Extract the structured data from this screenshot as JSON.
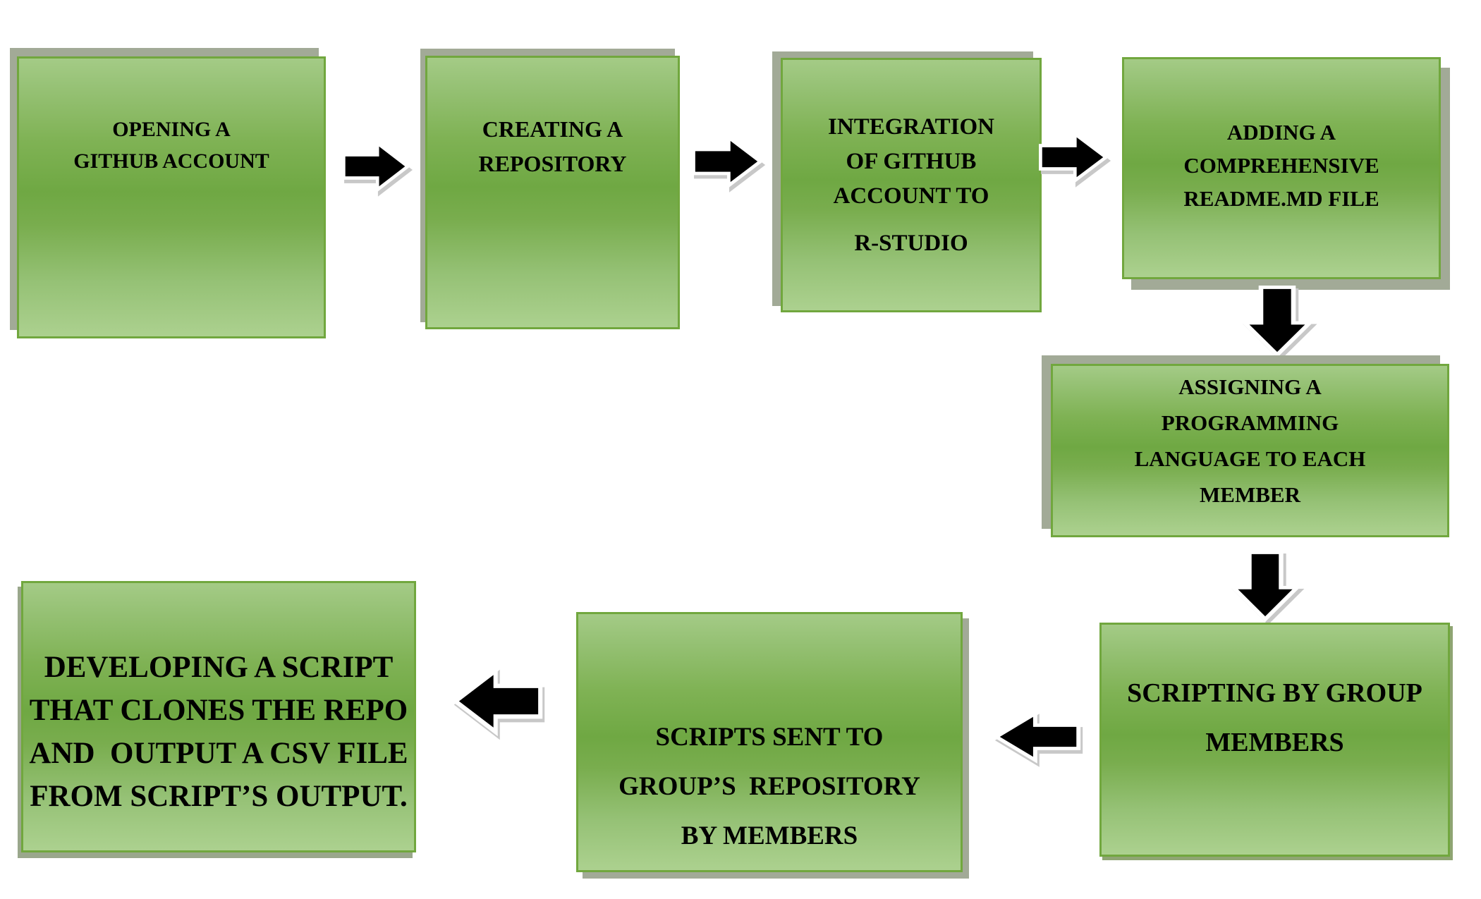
{
  "flowchart": {
    "boxes": [
      {
        "id": "step-1",
        "label": "OPENING A\nGITHUB ACCOUNT"
      },
      {
        "id": "step-2",
        "label": "CREATING A\nREPOSITORY"
      },
      {
        "id": "step-3",
        "label": "INTEGRATION\nOF GITHUB\nACCOUNT TO",
        "sub": "R-STUDIO"
      },
      {
        "id": "step-4",
        "label": "ADDING A\nCOMPREHENSIVE\nREADME.MD FILE"
      },
      {
        "id": "step-5",
        "label": "ASSIGNING A\nPROGRAMMING\nLANGUAGE TO EACH\nMEMBER"
      },
      {
        "id": "step-6",
        "label": "SCRIPTING BY GROUP\nMEMBERS"
      },
      {
        "id": "step-7",
        "label": "SCRIPTS SENT TO\nGROUP’S  REPOSITORY\nBY MEMBERS"
      },
      {
        "id": "step-8",
        "label": "DEVELOPING A SCRIPT\nTHAT CLONES THE REPO\nAND  OUTPUT A CSV FILE\nFROM SCRIPT’S OUTPUT."
      }
    ],
    "arrows": [
      {
        "from": "step-1",
        "to": "step-2",
        "direction": "right"
      },
      {
        "from": "step-2",
        "to": "step-3",
        "direction": "right"
      },
      {
        "from": "step-3",
        "to": "step-4",
        "direction": "right"
      },
      {
        "from": "step-4",
        "to": "step-5",
        "direction": "down"
      },
      {
        "from": "step-5",
        "to": "step-6",
        "direction": "down"
      },
      {
        "from": "step-6",
        "to": "step-7",
        "direction": "left"
      },
      {
        "from": "step-7",
        "to": "step-8",
        "direction": "left"
      }
    ],
    "colors": {
      "box_gradient_top": "#a4cb86",
      "box_gradient_middle": "#6fa843",
      "box_gradient_bottom": "#acd18f",
      "box_border": "#71a73e",
      "box_shadow": "#a2aa97",
      "arrow_fill": "#000000",
      "arrow_outline": "#ffffff",
      "arrow_shadow": "#c8c8c8",
      "text_color": "#000000",
      "background": "#ffffff"
    }
  }
}
